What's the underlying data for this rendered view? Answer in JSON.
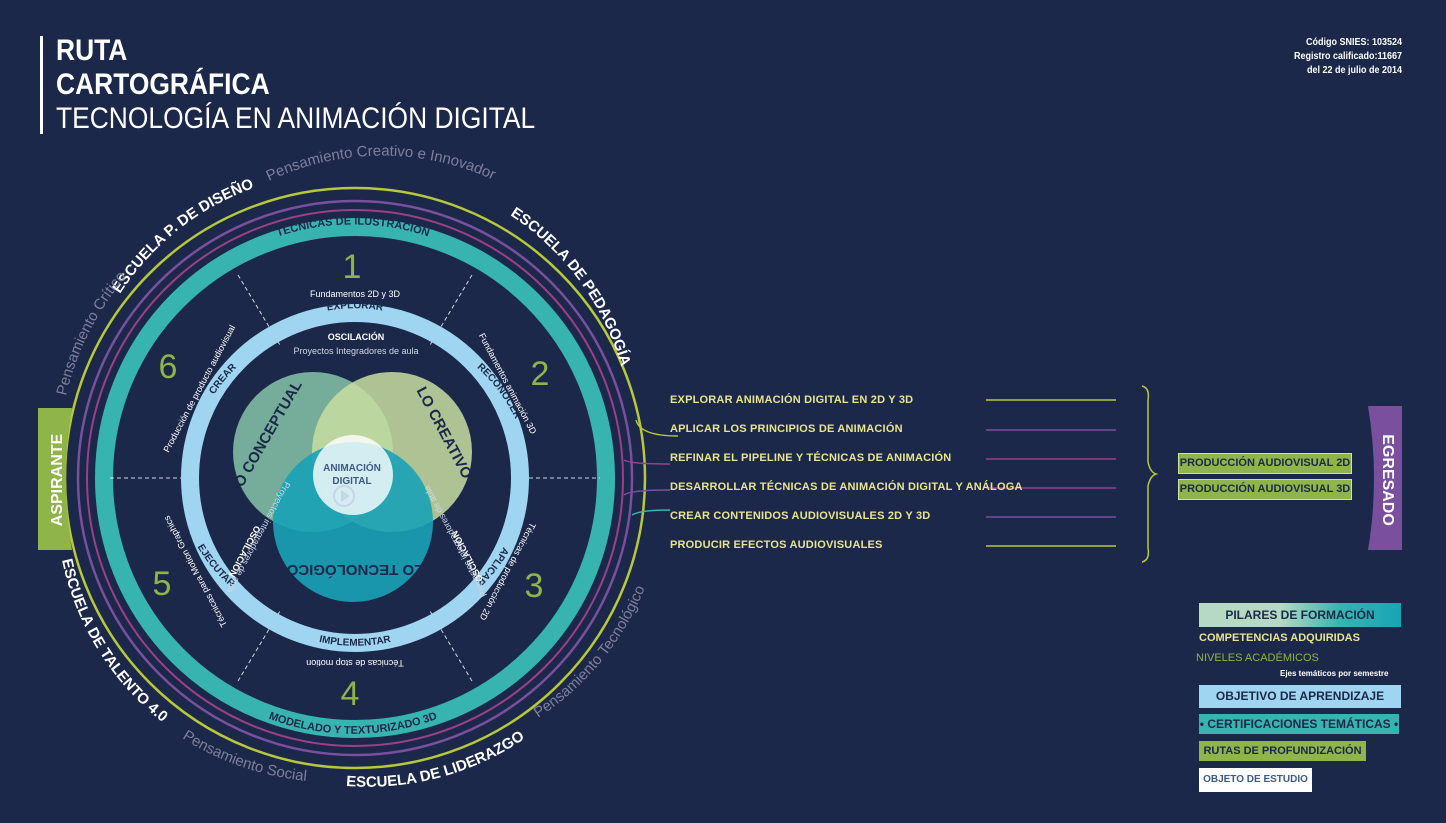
{
  "header": {
    "title_line1": "RUTA",
    "title_line2": "CARTOGRÁFICA",
    "title_line3": "TECNOLOGÍA EN ANIMACIÓN DIGITAL",
    "snies": "Código SNIES: 103524",
    "registro": "Registro calificado:11667",
    "fecha": "del 22 de julio de 2014"
  },
  "outer_labels": {
    "escuela_diseno": "ESCUELA P. DE DISEÑO",
    "pens_creativo": "Pensamiento Creativo e Innovador",
    "escuela_pedagogia": "ESCUELA DE PEDAGOGÍA",
    "pens_critico": "Pensamiento Crítico",
    "escuela_talento": "ESCUELA DE TALENTO 4.0",
    "pens_social": "Pensamiento Social",
    "escuela_liderazgo": "ESCUELA DE LIDERAZGO",
    "pens_tecnologico": "Pensamiento Tecnológico",
    "aspirante": "ASPIRANTE",
    "egresado": "EGRESADO"
  },
  "certifications": {
    "ilustracion": "TÉCNICAS DE ILUSTRACIÓN",
    "modelado": "MODELADO Y TEXTURIZADO 3D"
  },
  "levels": [
    {
      "num": "1",
      "theme": "Fundamentos 2D y 3D",
      "objective": "EXPLORAR"
    },
    {
      "num": "2",
      "theme": "Fundamentos animación 3D",
      "objective": "RECONOCER"
    },
    {
      "num": "3",
      "theme": "Técnicas de producción 2D",
      "objective": "APLICAR"
    },
    {
      "num": "4",
      "theme": "Técnicas de stop motion",
      "objective": "IMPLEMENTAR"
    },
    {
      "num": "5",
      "theme": "Técnicas para Motion Graphics",
      "objective": "EJECUTAR"
    },
    {
      "num": "6",
      "theme": "Producción de producto audiovisual",
      "objective": "CREAR"
    }
  ],
  "oscilaciones": [
    {
      "label": "OSCILACIÓN",
      "sub": "Proyectos Integradores de aula"
    },
    {
      "label": "OSCILACIÓN",
      "sub": "Proyectos integradores de aula"
    },
    {
      "label": "OSCILACIÓN",
      "sub": "Proyectos integradores de aula"
    }
  ],
  "pillars": {
    "conceptual": "LO CONCEPTUAL",
    "creativo": "LO CREATIVO",
    "tecnologico": "LO TECNOLÓGICO",
    "center_line1": "ANIMACIÓN",
    "center_line2": "DIGITAL"
  },
  "competencies": [
    "EXPLORAR ANIMACIÓN DIGITAL EN 2D Y 3D",
    "APLICAR LOS PRINCIPIOS DE ANIMACIÓN",
    "REFINAR EL PIPELINE Y TÉCNICAS DE ANIMACIÓN",
    "DESARROLLAR TÉCNICAS DE ANIMACIÓN DIGITAL Y ANÁLOGA",
    "CREAR CONTENIDOS AUDIOVISUALES 2D Y 3D",
    "PRODUCIR EFECTOS AUDIOVISUALES"
  ],
  "outputs": [
    "PRODUCCIÓN AUDIOVISUAL 2D",
    "PRODUCCIÓN AUDIOVISUAL 3D"
  ],
  "legend": {
    "pilares": "PILARES DE FORMACIÓN",
    "competencias": "COMPETENCIAS ADQUIRIDAS",
    "niveles": "NIVELES ACADÉMICOS",
    "ejes": "Ejes temáticos por semestre",
    "objetivo": "OBJETIVO DE APRENDIZAJE",
    "certificaciones": "• CERTIFICACIONES TEMÁTICAS •",
    "rutas": "RUTAS DE PROFUNDIZACIÓN",
    "objeto": "OBJETO DE ESTUDIO"
  },
  "colors": {
    "background": "#1c2849",
    "teal": "#37b3b0",
    "light_blue": "#9fd5f0",
    "lime": "#b7c83a",
    "green": "#8fb449",
    "purple": "#7a4f9e",
    "magenta": "#9a3f8a",
    "pale_yellow": "#e7e48f"
  }
}
